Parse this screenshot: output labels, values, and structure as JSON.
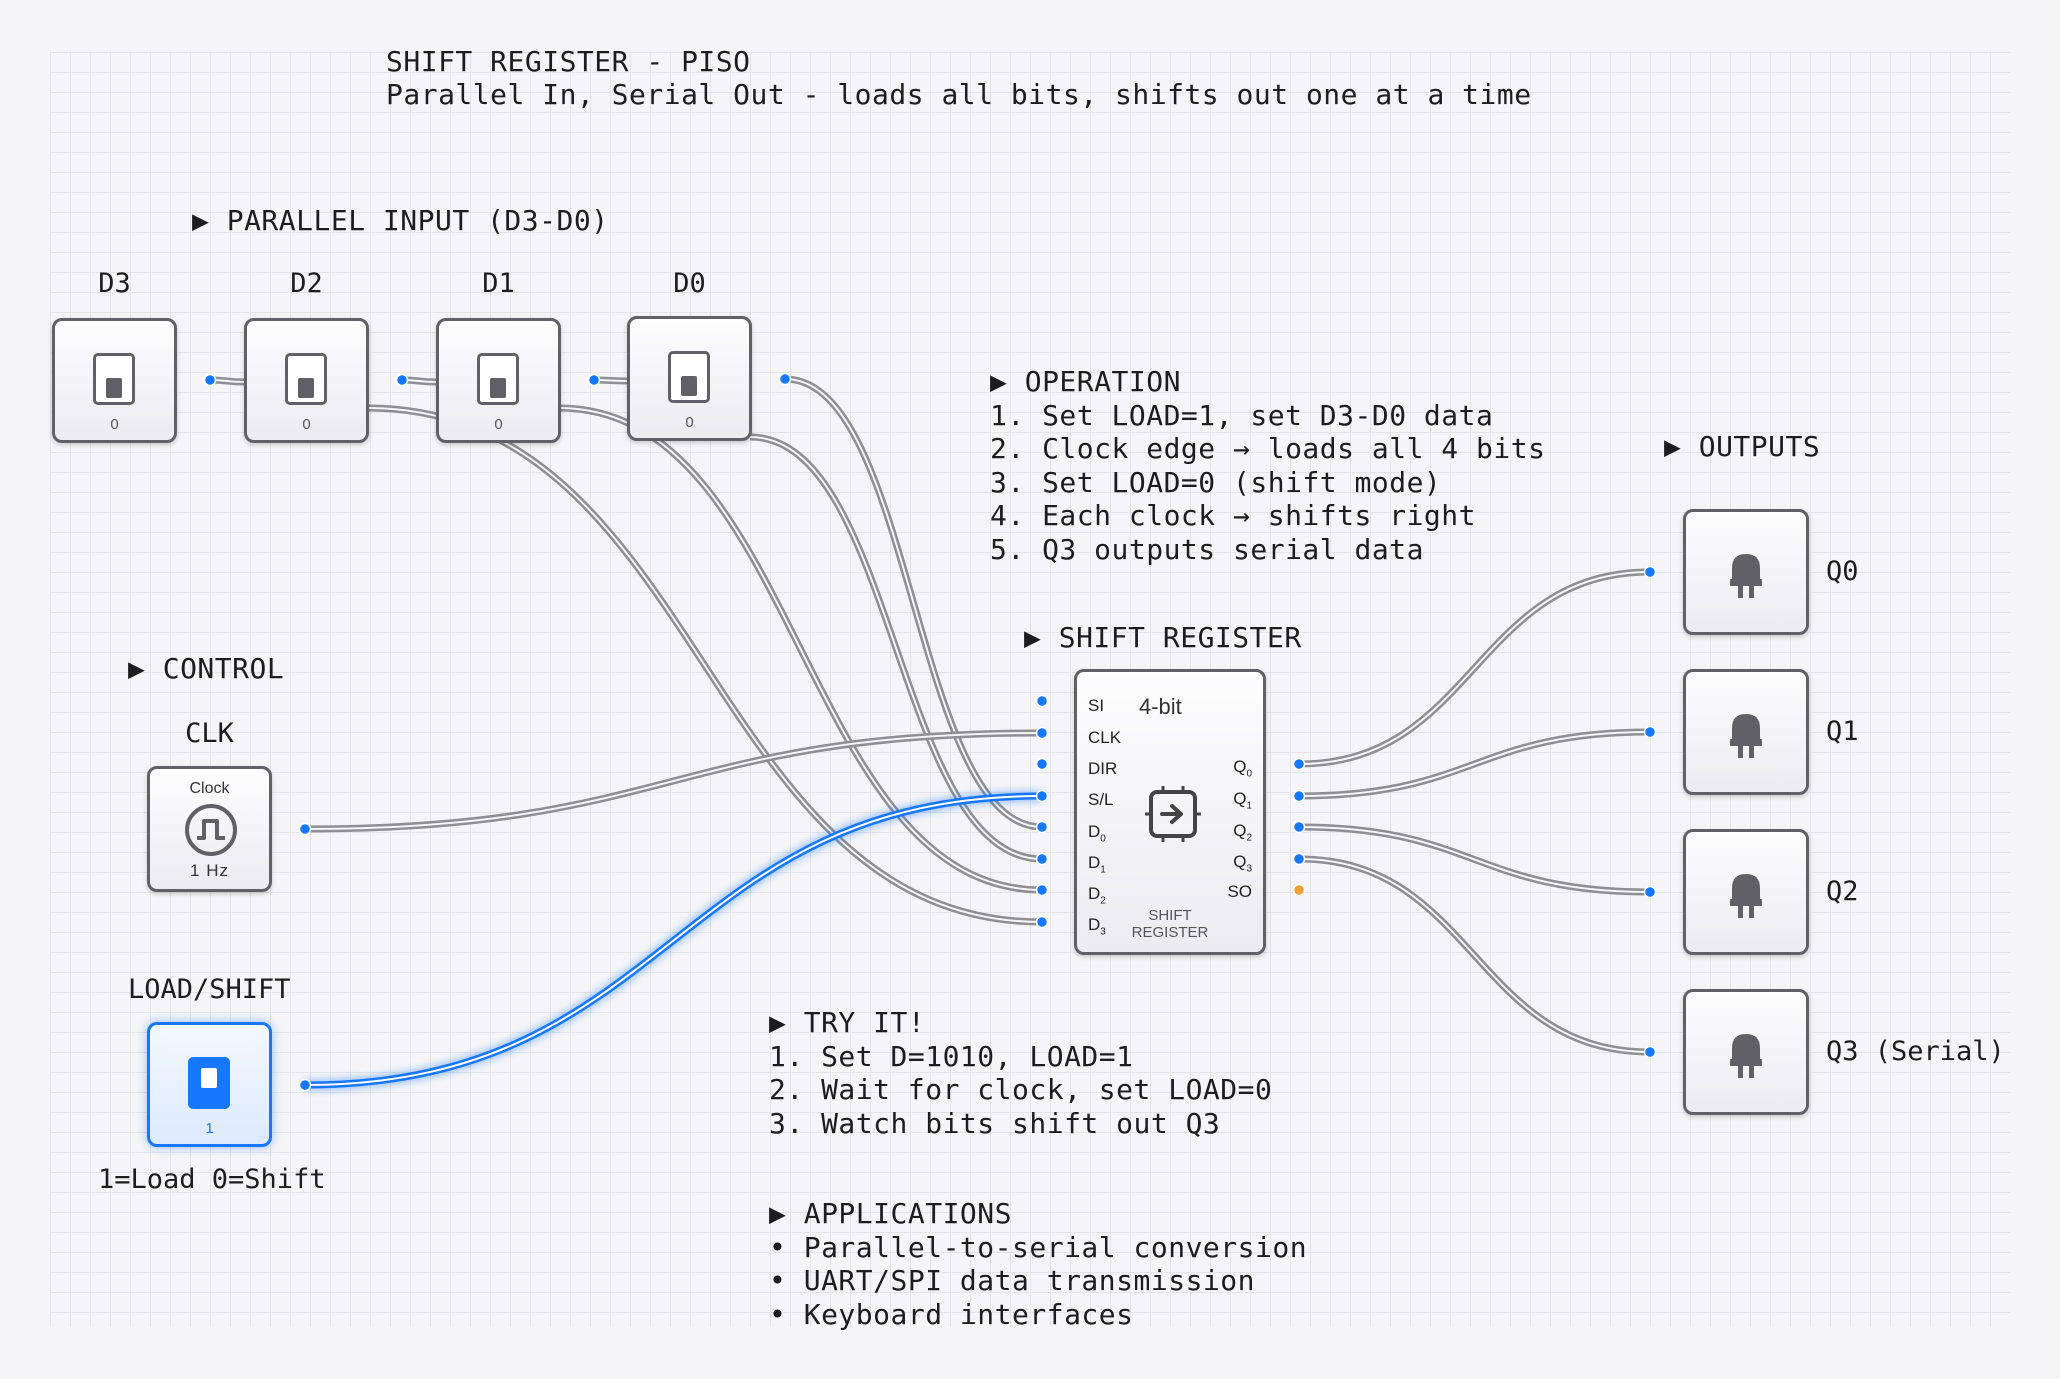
{
  "header": {
    "title": "SHIFT REGISTER - PISO",
    "subtitle": "Parallel In, Serial Out - loads all bits, shifts out one at a time"
  },
  "parallel_input": {
    "heading": "▶ PARALLEL INPUT (D3-D0)",
    "switches": [
      {
        "label": "D3",
        "value": "0"
      },
      {
        "label": "D2",
        "value": "0"
      },
      {
        "label": "D1",
        "value": "0"
      },
      {
        "label": "D0",
        "value": "0"
      }
    ]
  },
  "operation": {
    "heading": "▶ OPERATION",
    "steps": [
      "1. Set LOAD=1, set D3-D0 data",
      "2. Clock edge → loads all 4 bits",
      "3. Set LOAD=0 (shift mode)",
      "4. Each clock → shifts right",
      "5. Q3 outputs serial data"
    ]
  },
  "outputs": {
    "heading": "▶ OUTPUTS",
    "leds": [
      "Q0",
      "Q1",
      "Q2",
      "Q3 (Serial)"
    ]
  },
  "control": {
    "heading": "▶ CONTROL",
    "clk_label": "CLK",
    "clock_title": "Clock",
    "clock_freq": "1 Hz",
    "load_label": "LOAD/SHIFT",
    "load_value": "1",
    "load_hint": "1=Load 0=Shift"
  },
  "register": {
    "heading": "▶ SHIFT REGISTER",
    "title": "4-bit",
    "footer_line1": "SHIFT",
    "footer_line2": "REGISTER",
    "left_pins": [
      "SI",
      "CLK",
      "DIR",
      "S/L",
      "D0",
      "D1",
      "D2",
      "D3"
    ],
    "right_pins": [
      "Q0",
      "Q1",
      "Q2",
      "Q3",
      "SO"
    ]
  },
  "try_it": {
    "heading": "▶ TRY IT!",
    "steps": [
      "1. Set D=1010, LOAD=1",
      "2. Wait for clock, set LOAD=0",
      "3. Watch bits shift out Q3"
    ]
  },
  "applications": {
    "heading": "▶ APPLICATIONS",
    "items": [
      "• Parallel-to-serial conversion",
      "• UART/SPI data transmission",
      "• Keyboard interfaces"
    ]
  },
  "colors": {
    "active_wire": "#1677ff",
    "wire": "#8e8e93",
    "port": "#1677ff",
    "serial_out_port": "#f0a030"
  }
}
